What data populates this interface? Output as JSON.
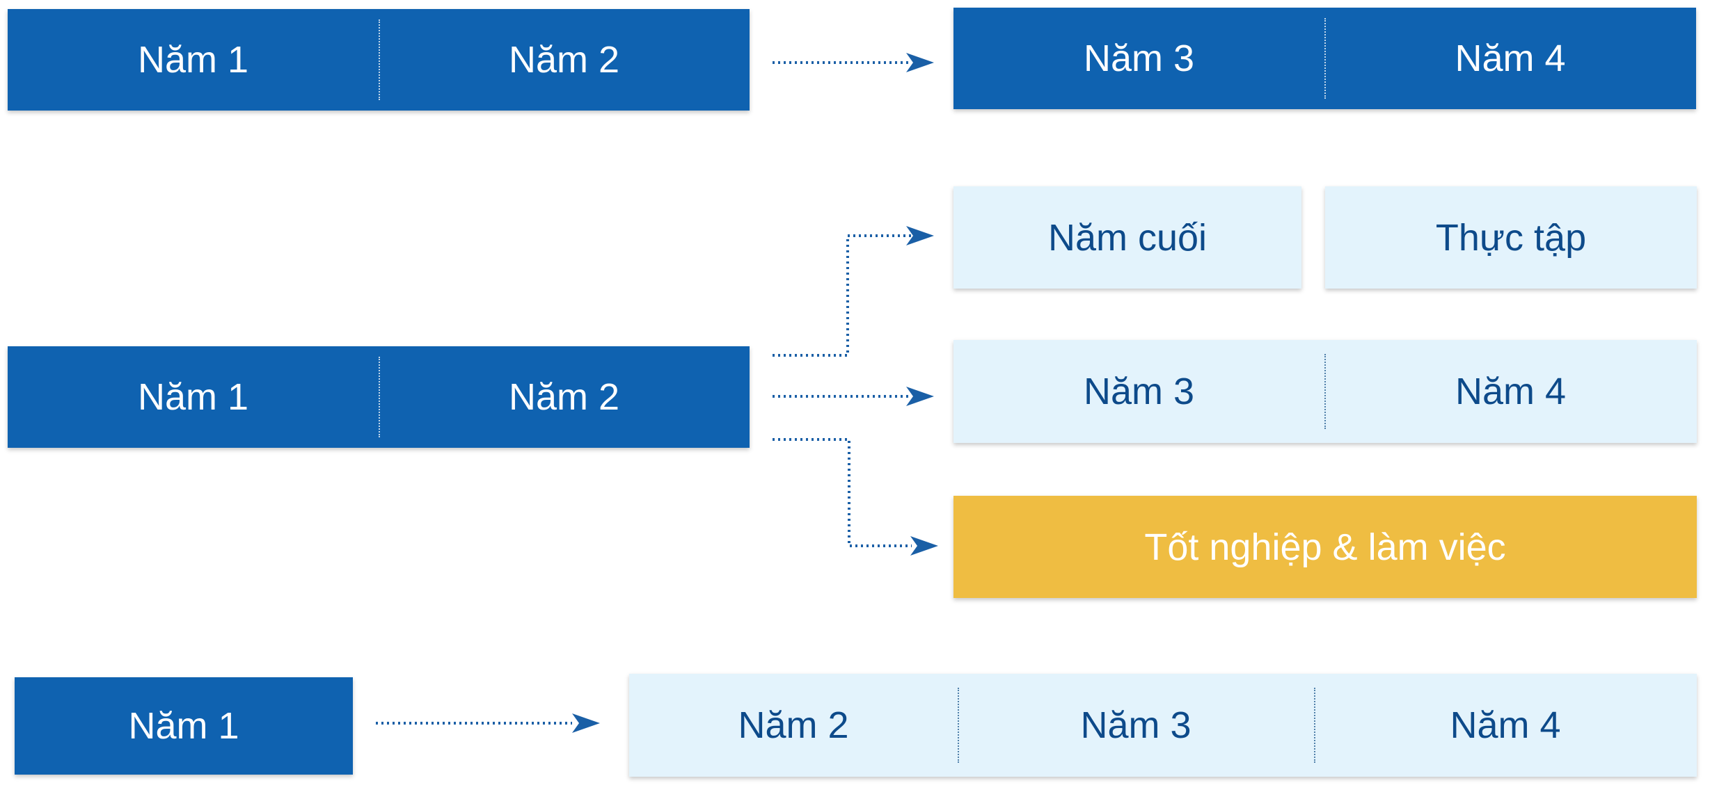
{
  "colors": {
    "dark_blue": "#0f62b0",
    "light_blue": "#e3f3fc",
    "gold": "#efbd42",
    "arrow": "#1a5fa6"
  },
  "row1": {
    "start": [
      "Năm 1",
      "Năm 2"
    ],
    "end": [
      "Năm 3",
      "Năm 4"
    ]
  },
  "row2": {
    "start": [
      "Năm 1",
      "Năm 2"
    ],
    "option_a": [
      "Năm cuối",
      "Thực tập"
    ],
    "option_b": [
      "Năm 3",
      "Năm 4"
    ],
    "option_c": "Tốt nghiệp & làm việc"
  },
  "row3": {
    "start": "Năm 1",
    "end": [
      "Năm 2",
      "Năm 3",
      "Năm 4"
    ]
  }
}
